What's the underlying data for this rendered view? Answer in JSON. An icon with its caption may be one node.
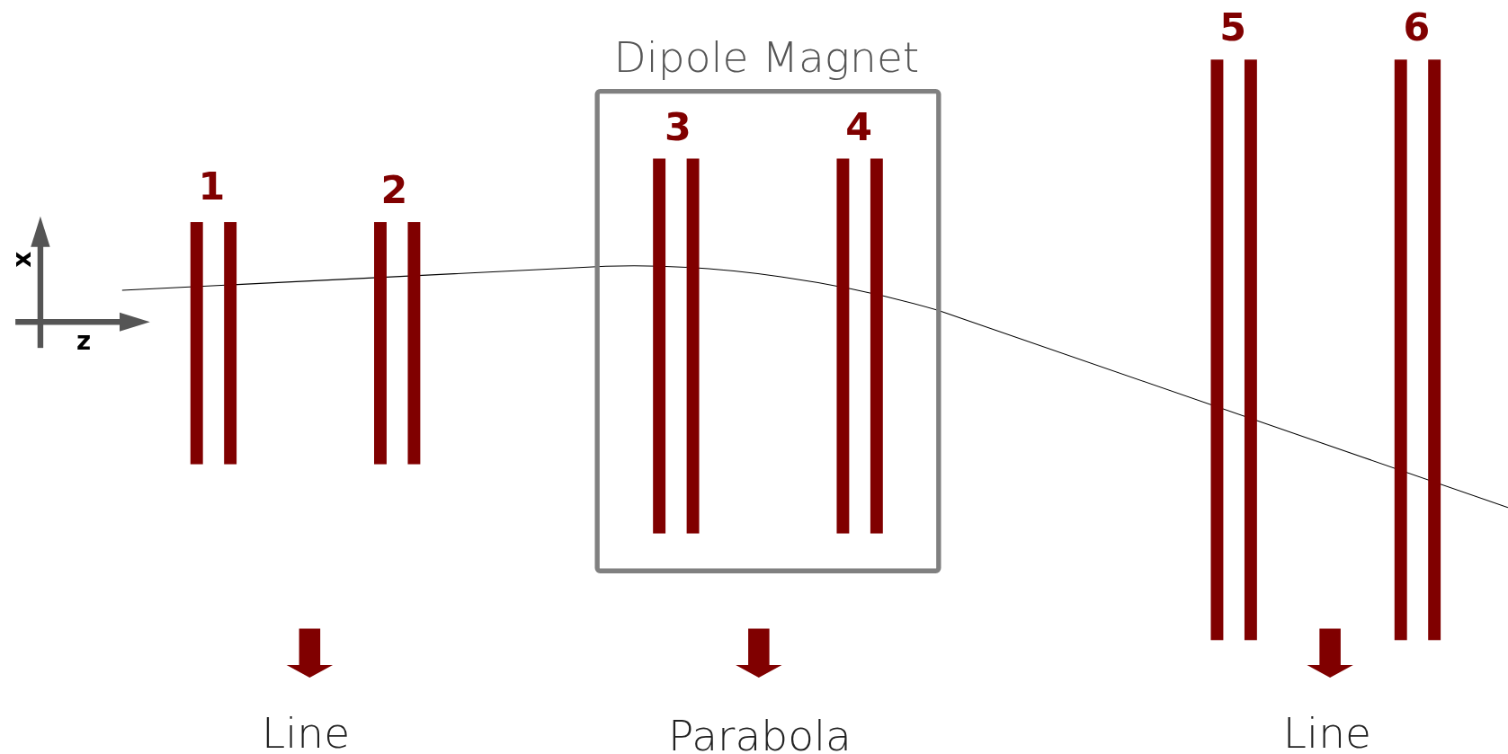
{
  "diagram": {
    "nodes": [
      {
        "text": [
          "Dipole Magnet"
        ]
      }
    ],
    "labels": [
      "1",
      "2",
      "3",
      "4",
      "5",
      "6",
      "x",
      "z",
      "Line",
      "Parabola",
      "Line"
    ]
  }
}
